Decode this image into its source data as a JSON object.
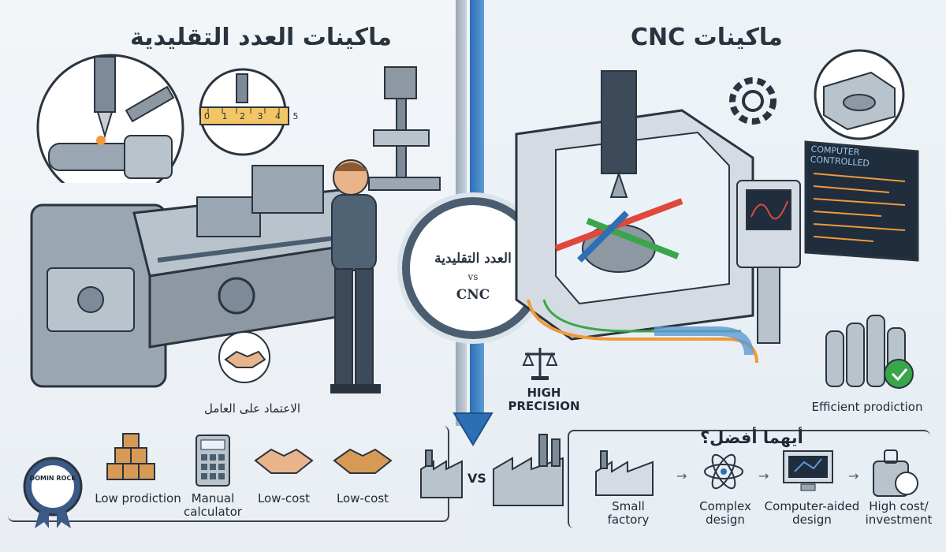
{
  "titles": {
    "left": "ماكينات العدد التقليدية",
    "right": "ماكينات CNC"
  },
  "center_badge": {
    "line1": "العدد التقليدية",
    "line2": "vs",
    "line3": "CNC"
  },
  "labels": {
    "worker_dependency": "الاعتماد على العامل",
    "high_precision": "HIGH\nPRECISION",
    "efficient": "Efficient prodiction",
    "computer_controlled": "COMPUTER CONTROLLED",
    "ruler_ticks": "0 1 2 3 4 5",
    "badge_logo": "DOMIN ROCK",
    "vs": "VS",
    "question": "أيهما أفضل؟"
  },
  "bottom_left_items": [
    {
      "label": "Low prodiction"
    },
    {
      "label": "Manual\ncalculator"
    },
    {
      "label": "Low-cost"
    },
    {
      "label": "Low-cost"
    }
  ],
  "bottom_right_items": [
    {
      "label": "Small\nfactory"
    },
    {
      "label": "Complex\ndesign"
    },
    {
      "label": "Computer-aided\ndesign"
    },
    {
      "label": "High cost/\ninvestment"
    }
  ],
  "colors": {
    "accent_blue": "#2c6fb4",
    "steel": "#7d8a97",
    "dark": "#2a3440",
    "red_arrow": "#e0483c",
    "green_arrow": "#3aa54a",
    "orange_line": "#f09a3a"
  }
}
